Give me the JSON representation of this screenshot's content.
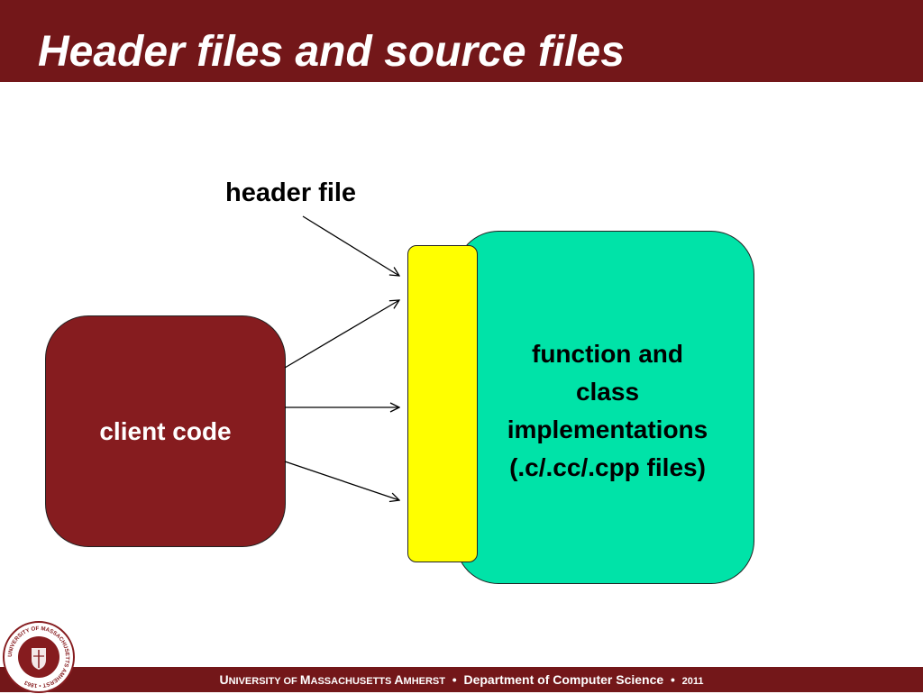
{
  "slide": {
    "title": "Header files and source files"
  },
  "diagram": {
    "header_file_label": "header file",
    "client_label": "client code",
    "implementation_lines": [
      "function and",
      "class",
      "implementations",
      "(.c/.cc/.cpp files)"
    ]
  },
  "footer": {
    "university_initials": [
      "U",
      "M",
      "A"
    ],
    "university_rest": [
      "NIVERSITY OF ",
      "ASSACHUSETTS ",
      "MHERST"
    ],
    "separator": "•",
    "department": "Department of Computer Science",
    "year": "2011"
  },
  "seal": {
    "ring_text": "UNIVERSITY OF MASSACHUSETTS AMHERST • 1863"
  },
  "colors": {
    "brand_maroon": "#731719",
    "client_box": "#861c1f",
    "implementation_box": "#00e3a8",
    "header_box": "#ffff00"
  }
}
